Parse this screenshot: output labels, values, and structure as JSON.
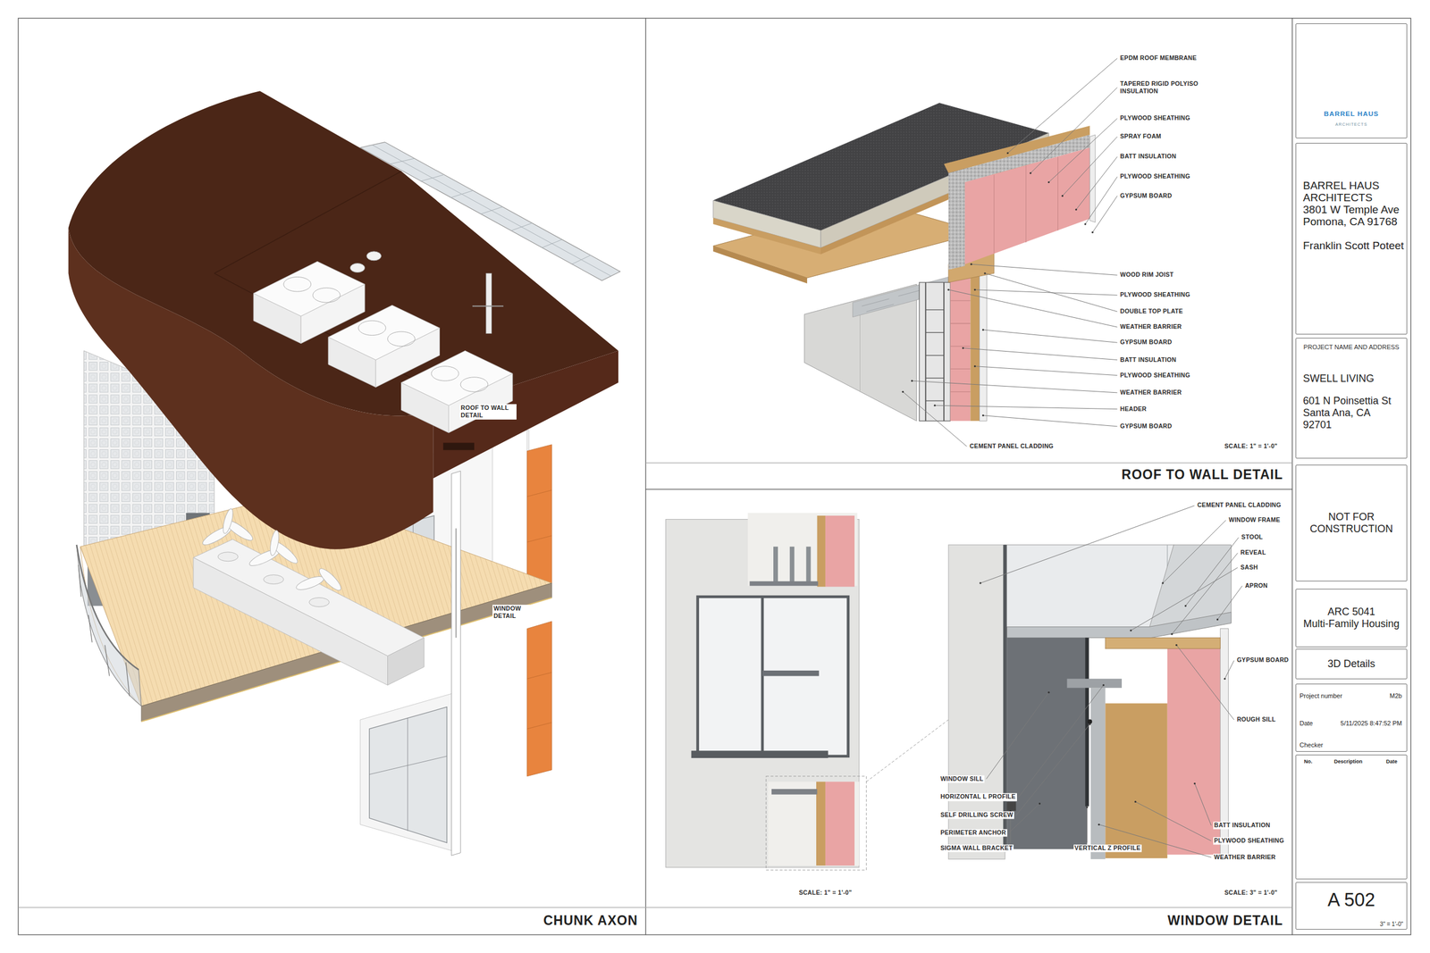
{
  "diagram": {
    "nodes": [
      {
        "text": [
          "CHUNK AXON"
        ]
      },
      {
        "text": [
          "ROOF TO WALL DETAIL"
        ]
      },
      {
        "text": [
          "WINDOW DETAIL"
        ]
      },
      {
        "text": [
          "BARREL HAUS",
          "ARCHITECTS"
        ]
      },
      {
        "text": [
          "BARREL HAUS ARCHITECTS",
          "3801 W Temple Ave",
          "Pomona, CA 91768",
          "Franklin Scott Poteet"
        ]
      },
      {
        "text": [
          "PROJECT NAME AND ADDRESS",
          "SWELL LIVING",
          "601 N Poinsettia St Santa Ana, CA 92701"
        ]
      },
      {
        "text": [
          "NOT FOR CONSTRUCTION"
        ]
      },
      {
        "text": [
          "ARC 5041",
          "Multi-Family Housing"
        ]
      },
      {
        "text": [
          "3D Details"
        ]
      },
      {
        "text": [
          "Project number",
          "M2b",
          "Date",
          "5/11/2025 8:47:52 PM",
          "Checker"
        ]
      },
      {
        "text": [
          "No.",
          "Description",
          "Date"
        ]
      },
      {
        "text": [
          "A 502",
          "3\" = 1'-0\""
        ]
      }
    ],
    "labels": [
      "EPDM ROOF MEMBRANE",
      "TAPERED RIGID POLYISO INSULATION",
      "PLYWOOD SHEATHING",
      "SPRAY FOAM",
      "BATT INSULATION",
      "PLYWOOD SHEATHING",
      "GYPSUM BOARD",
      "WOOD RIM JOIST",
      "PLYWOOD SHEATHING",
      "DOUBLE TOP PLATE",
      "WEATHER BARRIER",
      "GYPSUM BOARD",
      "BATT INSULATION",
      "PLYWOOD SHEATHING",
      "WEATHER BARRIER",
      "HEADER",
      "GYPSUM BOARD",
      "CEMENT PANEL CLADDING",
      "SCALE: 1\" = 1'-0\"",
      "ROOF TO WALL DETAIL",
      "WINDOW DETAIL",
      "CEMENT PANEL CLADDING",
      "WINDOW FRAME",
      "STOOL",
      "REVEAL",
      "SASH",
      "APRON",
      "GYPSUM BOARD",
      "ROUGH SILL",
      "WINDOW SILL",
      "HORIZONTAL L PROFILE",
      "SELF DRILLING SCREW",
      "PERIMETER ANCHOR",
      "SIGMA WALL BRACKET",
      "VERTICAL Z PROFILE",
      "BATT INSULATION",
      "PLYWOOD SHEATHING",
      "WEATHER BARRIER",
      "SCALE: 1\" = 1'-0\"",
      "SCALE: 3\" = 1'-0\""
    ]
  }
}
